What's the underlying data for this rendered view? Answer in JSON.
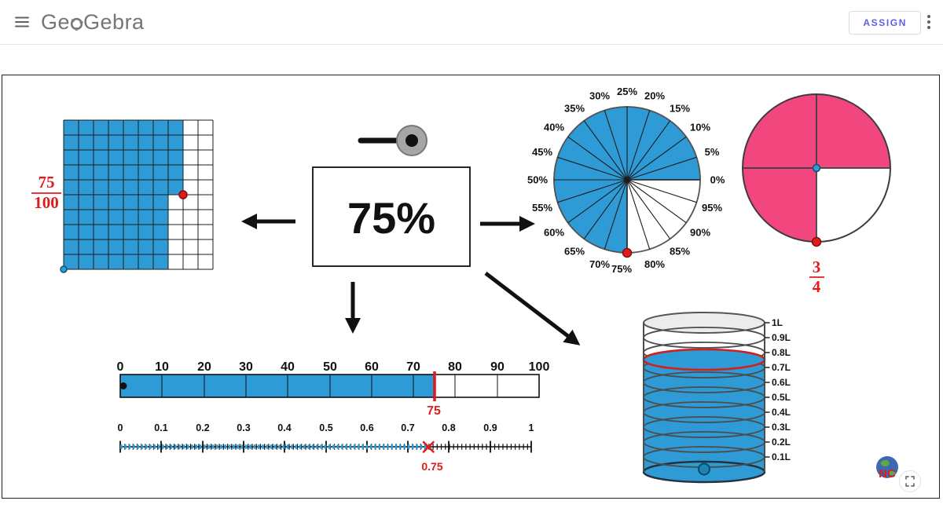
{
  "header": {
    "logo_part1": "Ge",
    "logo_part2": "Gebra",
    "assign_label": "ASSIGN"
  },
  "colors": {
    "blue": "#2E9BD6",
    "pink": "#F2467E",
    "red": "#E01B1B",
    "accent_purple": "#5B5FE8"
  },
  "percent_box": {
    "value": "75%"
  },
  "hundred_grid": {
    "fraction_numerator": "75",
    "fraction_denominator": "100",
    "shaded_cells": 75,
    "total_cells": 100
  },
  "pie_chart": {
    "shaded_percent": 75,
    "labels": [
      "0%",
      "5%",
      "10%",
      "15%",
      "20%",
      "25%",
      "30%",
      "35%",
      "40%",
      "45%",
      "50%",
      "55%",
      "60%",
      "65%",
      "70%",
      "75%",
      "80%",
      "85%",
      "90%",
      "95%"
    ]
  },
  "fraction_circle": {
    "numerator": "3",
    "denominator": "4",
    "shaded_quarters": 3
  },
  "percent_bar": {
    "ticks": [
      "0",
      "10",
      "20",
      "30",
      "40",
      "50",
      "60",
      "70",
      "80",
      "90",
      "100"
    ],
    "marker_label": "75",
    "filled_percent": 75
  },
  "decimal_line": {
    "ticks": [
      "0",
      "0.1",
      "0.2",
      "0.3",
      "0.4",
      "0.5",
      "0.6",
      "0.7",
      "0.8",
      "0.9",
      "1"
    ],
    "marker_label": "0.75"
  },
  "cylinder": {
    "labels": [
      "1L",
      "0.9L",
      "0.8L",
      "0.7L",
      "0.6L",
      "0.5L",
      "0.4L",
      "0.3L",
      "0.2L",
      "0.1L"
    ],
    "fill_level": "0.75"
  },
  "watermark": {
    "text": "NC"
  }
}
